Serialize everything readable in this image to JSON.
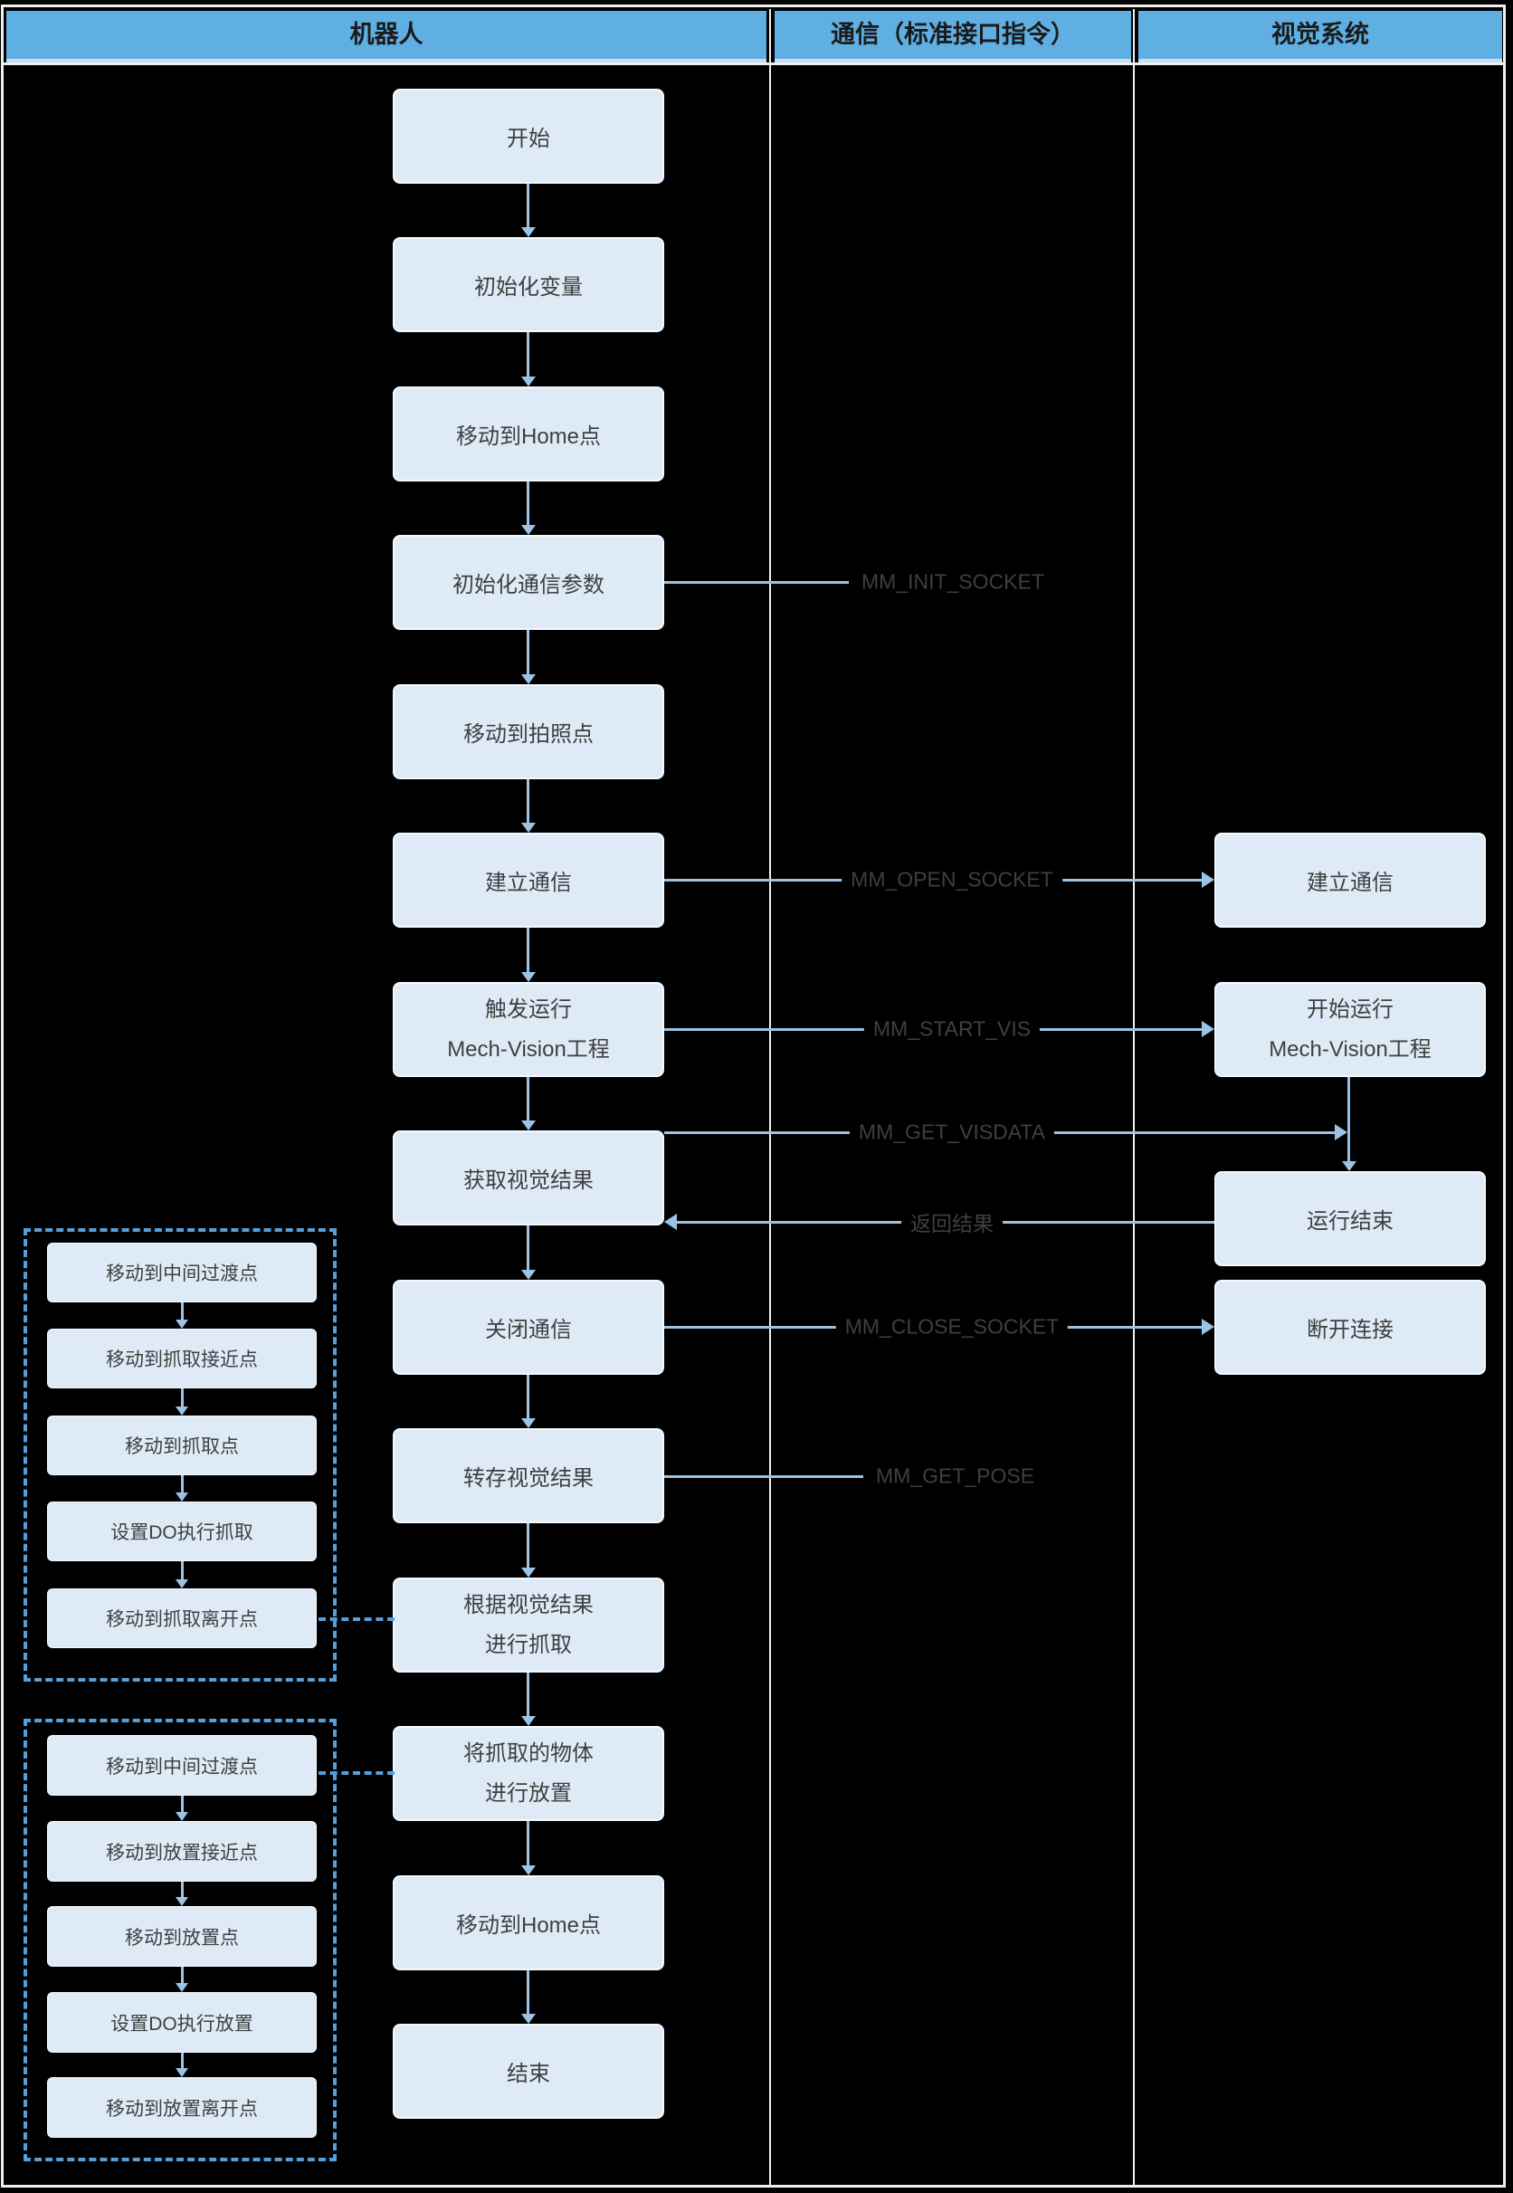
{
  "header": {
    "lanes": [
      "机器人",
      "通信（标准接口指令）",
      "视觉系统"
    ]
  },
  "robot_flow": [
    {
      "label": "开始"
    },
    {
      "label": "初始化变量"
    },
    {
      "label": "移动到Home点"
    },
    {
      "label": "初始化通信参数"
    },
    {
      "label": "移动到拍照点"
    },
    {
      "label": "建立通信"
    },
    {
      "line1": "触发运行",
      "line2": "Mech-Vision工程"
    },
    {
      "label": "获取视觉结果"
    },
    {
      "label": "关闭通信"
    },
    {
      "label": "转存视觉结果"
    },
    {
      "line1": "根据视觉结果",
      "line2": "进行抓取"
    },
    {
      "line1": "将抓取的物体",
      "line2": "进行放置"
    },
    {
      "label": "移动到Home点"
    },
    {
      "label": "结束"
    }
  ],
  "vision_flow": [
    {
      "label": "建立通信"
    },
    {
      "line1": "开始运行",
      "line2": "Mech-Vision工程"
    },
    {
      "label": "运行结束"
    },
    {
      "label": "断开连接"
    }
  ],
  "messages": {
    "init": "MM_INIT_SOCKET",
    "open": "MM_OPEN_SOCKET",
    "start": "MM_START_VIS",
    "getvisdata": "MM_GET_VISDATA",
    "return": "返回结果",
    "close": "MM_CLOSE_SOCKET",
    "getpose": "MM_GET_POSE"
  },
  "grab_group": {
    "items": [
      "移动到中间过渡点",
      "移动到抓取接近点",
      "移动到抓取点",
      "设置DO执行抓取",
      "移动到抓取离开点"
    ]
  },
  "place_group": {
    "items": [
      "移动到中间过渡点",
      "移动到放置接近点",
      "移动到放置点",
      "设置DO执行放置",
      "移动到放置离开点"
    ]
  },
  "colors": {
    "background": "#000000",
    "header_blue": "#5FAFE3",
    "header_underline": "#C6DDF2",
    "box_fill": "#DEEBF7",
    "connector_blue": "#9CC2E5",
    "dashed_blue": "#55A0DC",
    "label_gray": "#3F3F3F",
    "frame_white": "#EFEFEF"
  }
}
